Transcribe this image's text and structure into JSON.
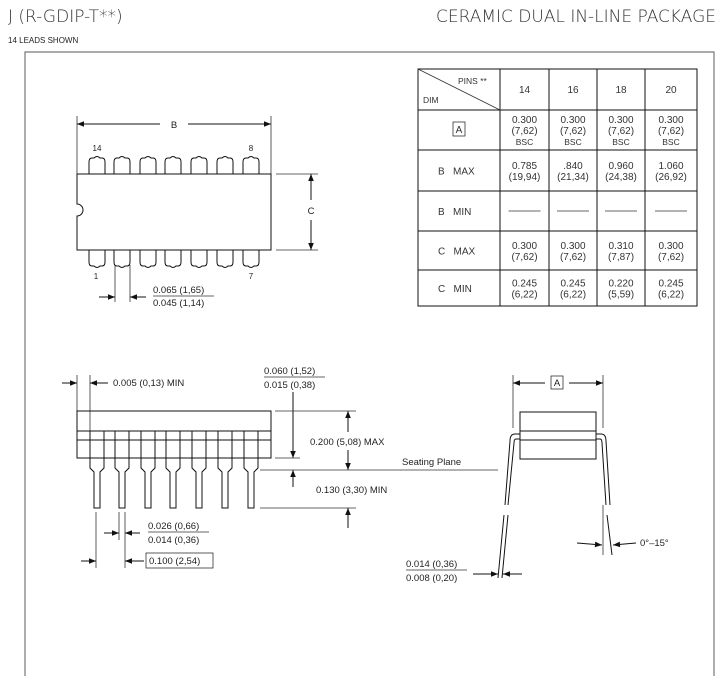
{
  "header": {
    "designation": "J (R-GDIP-T**)",
    "subtitle": "14 LEADS SHOWN",
    "package_name": "CERAMIC DUAL IN-LINE PACKAGE"
  },
  "top_view": {
    "dim_b": "B",
    "dim_c": "C",
    "pin_labels": {
      "p14": "14",
      "p8": "8",
      "p1": "1",
      "p7": "7"
    },
    "pitch_max": "0.065 (1,65)",
    "pitch_min": "0.045 (1,14)"
  },
  "side_view": {
    "standoff": "0.005 (0,13) MIN",
    "shoulder_max": "0.060 (1,52)",
    "shoulder_min": "0.015 (0,38)",
    "height_max": "0.200 (5,08) MAX",
    "seating_plane": "Seating Plane",
    "lead_length_min": "0.130 (3,30) MIN",
    "lead_width_max": "0.026 (0,66)",
    "lead_width_min": "0.014 (0,36)",
    "lead_pitch": "0.100 (2,54)"
  },
  "end_view": {
    "dim_a": "A",
    "angle": "0°–15°",
    "thickness_max": "0.014 (0,36)",
    "thickness_min": "0.008 (0,20)"
  },
  "table": {
    "corner_pins": "PINS **",
    "corner_dim": "DIM",
    "columns": [
      "14",
      "16",
      "18",
      "20"
    ],
    "rows": [
      {
        "label": "A",
        "boxed": true,
        "values": [
          [
            "0.300",
            "(7,62)",
            "BSC"
          ],
          [
            "0.300",
            "(7,62)",
            "BSC"
          ],
          [
            "0.300",
            "(7,62)",
            "BSC"
          ],
          [
            "0.300",
            "(7,62)",
            "BSC"
          ]
        ]
      },
      {
        "label": "B   MAX",
        "values": [
          [
            "0.785",
            "(19,94)"
          ],
          [
            ".840",
            "(21,34)"
          ],
          [
            "0.960",
            "(24,38)"
          ],
          [
            "1.060",
            "(26,92)"
          ]
        ]
      },
      {
        "label": "B   MIN",
        "values": [
          [
            "—"
          ],
          [
            "—"
          ],
          [
            "—"
          ],
          [
            "—"
          ]
        ]
      },
      {
        "label": "C   MAX",
        "values": [
          [
            "0.300",
            "(7,62)"
          ],
          [
            "0.300",
            "(7,62)"
          ],
          [
            "0.310",
            "(7,87)"
          ],
          [
            "0.300",
            "(7,62)"
          ]
        ]
      },
      {
        "label": "C   MIN",
        "values": [
          [
            "0.245",
            "(6,22)"
          ],
          [
            "0.245",
            "(6,22)"
          ],
          [
            "0.220",
            "(5,59)"
          ],
          [
            "0.245",
            "(6,22)"
          ]
        ]
      }
    ]
  }
}
